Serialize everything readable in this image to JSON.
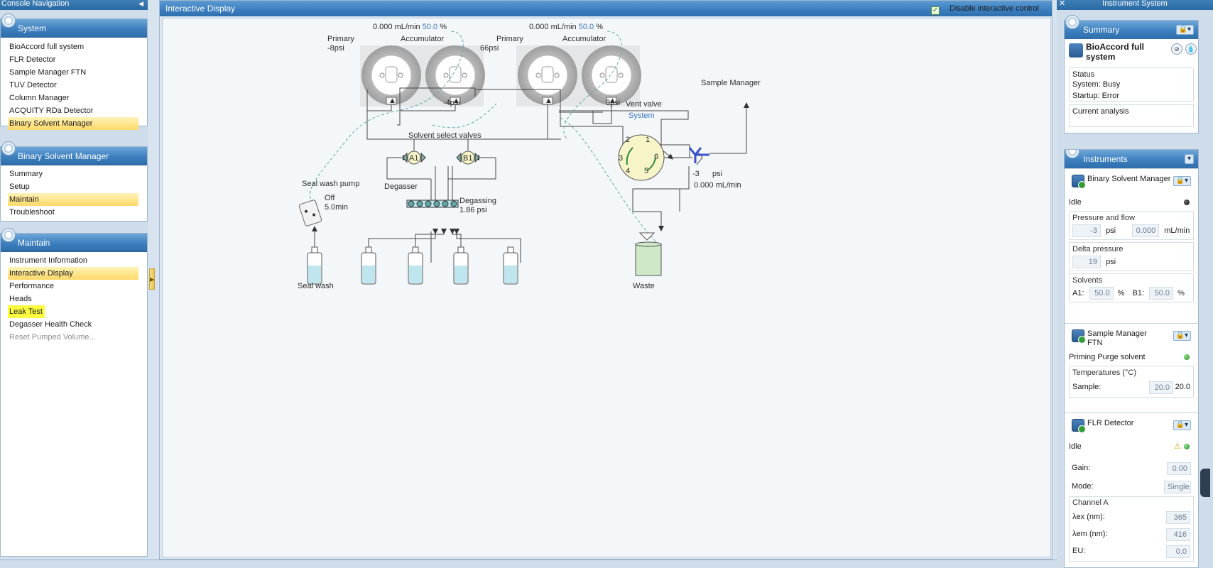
{
  "left_nav": {
    "title": "Console Navigation",
    "groups": [
      {
        "header": "System",
        "items": [
          {
            "label": "BioAccord full system",
            "state": "normal"
          },
          {
            "label": "FLR Detector",
            "state": "normal"
          },
          {
            "label": "Sample Manager FTN",
            "state": "normal"
          },
          {
            "label": "TUV Detector",
            "state": "normal"
          },
          {
            "label": "Column Manager",
            "state": "normal"
          },
          {
            "label": "ACQUITY RDa Detector",
            "state": "normal"
          },
          {
            "label": "Binary Solvent Manager",
            "state": "selected"
          }
        ]
      },
      {
        "header": "Binary Solvent Manager",
        "items": [
          {
            "label": "Summary",
            "state": "normal"
          },
          {
            "label": "Setup",
            "state": "normal"
          },
          {
            "label": "Maintain",
            "state": "selected"
          },
          {
            "label": "Troubleshoot",
            "state": "normal"
          }
        ]
      },
      {
        "header": "Maintain",
        "items": [
          {
            "label": "Instrument Information",
            "state": "normal"
          },
          {
            "label": "Interactive Display",
            "state": "selected"
          },
          {
            "label": "Performance",
            "state": "normal"
          },
          {
            "label": "Heads",
            "state": "normal"
          },
          {
            "label": "Leak Test",
            "state": "highlighted"
          },
          {
            "label": "Degasser Health Check",
            "state": "normal"
          },
          {
            "label": "Reset Pumped Volume...",
            "state": "disabled"
          }
        ]
      }
    ]
  },
  "center": {
    "title": "Interactive Display",
    "disable_control_label": "Disable interactive control",
    "schematic": {
      "pump_a": {
        "flow": "0.000",
        "flow_unit": "mL/min",
        "percent": "50.0",
        "percent_unit": "%",
        "primary_label": "Primary",
        "accumulator_label": "Accumulator",
        "primary_pressure": "-8psi",
        "accumulator_pressure": "-4psi"
      },
      "pump_b": {
        "flow": "0.000",
        "flow_unit": "mL/min",
        "percent": "50.0",
        "percent_unit": "%",
        "primary_label": "Primary",
        "accumulator_label": "Accumulator",
        "primary_pressure": "66psi",
        "accumulator_pressure": "9psi"
      },
      "solvent_select_label": "Solvent select valves",
      "valve_a": "A1",
      "valve_b": "B1",
      "degasser_label": "Degasser",
      "degassing_label": "Degassing",
      "degassing_value": "1.86",
      "degassing_unit": "psi",
      "seal_wash_pump_label": "Seal wash pump",
      "seal_wash_state": "Off",
      "seal_wash_time": "5.0min",
      "seal_wash_label": "Seal wash",
      "vent_valve_label": "Vent valve",
      "vent_valve_position": "System",
      "vent_ports": [
        "1",
        "2",
        "3",
        "4",
        "5",
        "6"
      ],
      "sample_manager_label": "Sample Manager",
      "system_pressure": "-3",
      "system_pressure_unit": "psi",
      "system_flow": "0.000",
      "system_flow_unit": "mL/min",
      "waste_label": "Waste"
    }
  },
  "right_panel": {
    "title": "Instrument System",
    "summary": {
      "header": "Summary",
      "system_name": "BioAccord full system",
      "status_caption": "Status",
      "system_status": "System: Busy",
      "startup_status": "Startup: Error",
      "current_analysis_caption": "Current analysis"
    },
    "instruments": {
      "header": "Instruments",
      "bsm": {
        "name": "Binary Solvent Manager",
        "status": "Idle",
        "pressure_flow_caption": "Pressure and flow",
        "pressure": "-3",
        "pressure_unit": "psi",
        "flow": "0.000",
        "flow_unit": "mL/min",
        "delta_caption": "Delta pressure",
        "delta": "19",
        "delta_unit": "psi",
        "solvents_caption": "Solvents",
        "a1_label": "A1:",
        "a1_value": "50.0",
        "a1_unit": "%",
        "b1_label": "B1:",
        "b1_value": "50.0",
        "b1_unit": "%"
      },
      "smftn": {
        "name": "Sample Manager FTN",
        "status": "Priming Purge solvent",
        "temps_caption": "Temperatures (°C)",
        "sample_label": "Sample:",
        "sample_setpoint": "20.0",
        "sample_actual": "20.0"
      },
      "flr": {
        "name": "FLR Detector",
        "status": "Idle",
        "gain_label": "Gain:",
        "gain_value": "0.00",
        "mode_label": "Mode:",
        "mode_value": "Single",
        "channel_caption": "Channel A",
        "ex_label": "λex (nm):",
        "ex_value": "365",
        "em_label": "λem (nm):",
        "em_value": "416",
        "eu_label": "EU:",
        "eu_value": "0.0"
      }
    }
  },
  "colors": {
    "header_blue": "#3d7fbf",
    "selection_yellow": "#ffd968",
    "highlight_yellow": "#ffff40",
    "status_green": "#1f8f22",
    "liquid": "#bfe6ee",
    "waste_green": "#cfe8c8",
    "vent_valve_fill": "#f7f5c8",
    "flow_dash": "#5fa8a5"
  }
}
